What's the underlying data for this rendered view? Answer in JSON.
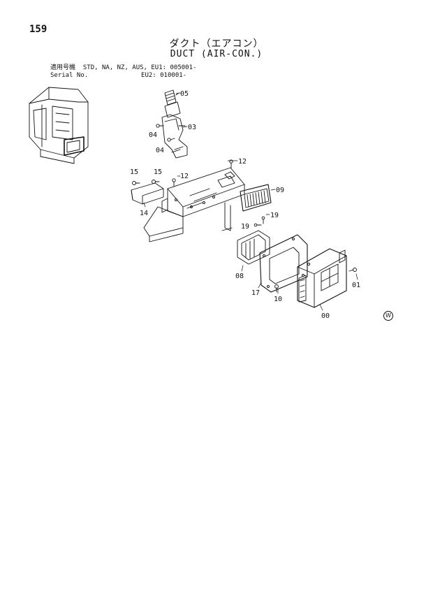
{
  "page": {
    "number": "159"
  },
  "title": {
    "japanese": "ダクト（エアコン）",
    "english": "DUCT (AIR-CON.)"
  },
  "applicability": {
    "row1_label": "適用号機",
    "row1_value": "STD, NA, NZ, AUS, EU1: 005001-",
    "row2_label": "Serial No.",
    "row2_value": "EU2: 010001-"
  },
  "callouts": {
    "p05": "05",
    "p04a": "04",
    "p03": "03",
    "p04b": "04",
    "p12a": "12",
    "p15a": "15",
    "p15b": "15",
    "p12b": "12",
    "p14": "14",
    "p09": "09",
    "p19a": "19",
    "p19b": "19",
    "p08": "08",
    "p17": "17",
    "p10": "10",
    "p01": "01",
    "p00": "00"
  },
  "marks": {
    "w_symbol": "W"
  }
}
